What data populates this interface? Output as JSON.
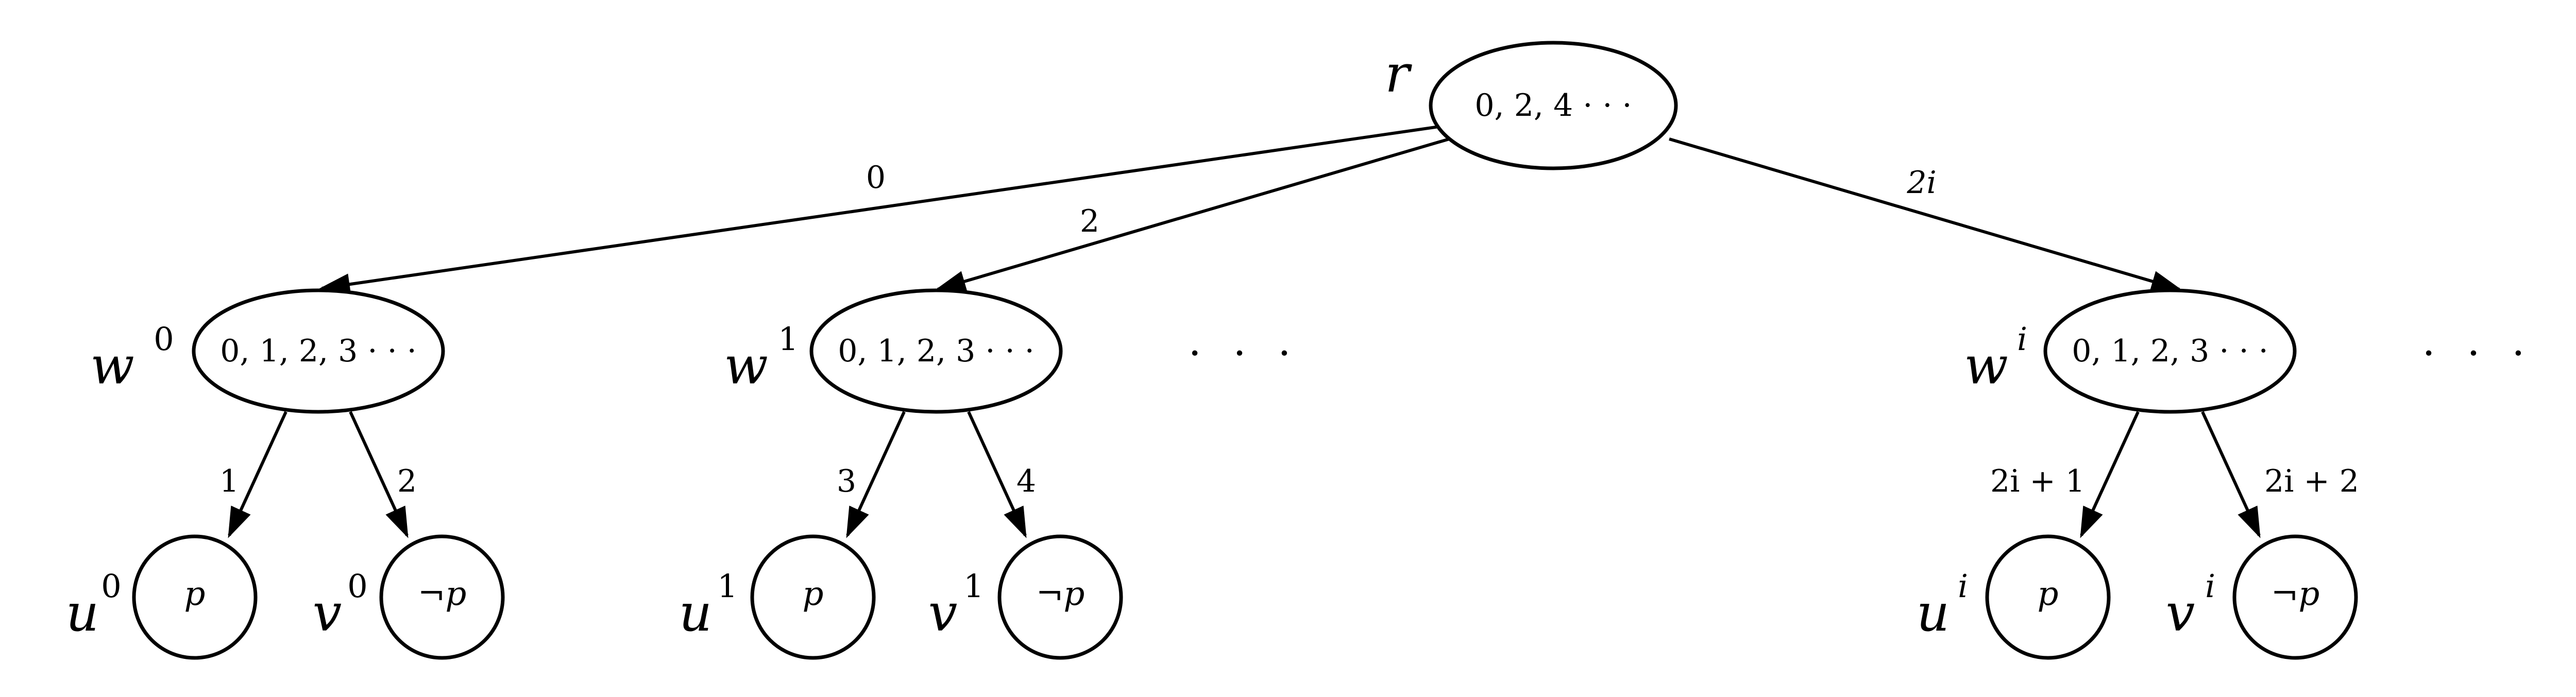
{
  "diagram": {
    "root": {
      "name": "r",
      "content": "0, 2, 4 · · ·"
    },
    "w_nodes": [
      {
        "name": "w",
        "sup": "0",
        "content": "0, 1, 2, 3 · · ·"
      },
      {
        "name": "w",
        "sup": "1",
        "content": "0, 1, 2, 3 · · ·"
      },
      {
        "name": "w",
        "sup": "i",
        "content": "0, 1, 2, 3 · · ·"
      }
    ],
    "leaf_nodes": [
      {
        "name": "u",
        "sup": "0",
        "content": "p"
      },
      {
        "name": "v",
        "sup": "0",
        "content": "¬p"
      },
      {
        "name": "u",
        "sup": "1",
        "content": "p"
      },
      {
        "name": "v",
        "sup": "1",
        "content": "¬p"
      },
      {
        "name": "u",
        "sup": "i",
        "content": "p"
      },
      {
        "name": "v",
        "sup": "i",
        "content": "¬p"
      }
    ],
    "edge_labels": {
      "r_w0": "0",
      "r_w1": "2",
      "r_wi": "2i",
      "w0_u0": "1",
      "w0_v0": "2",
      "w1_u1": "3",
      "w1_v1": "4",
      "wi_ui": "2i + 1",
      "wi_vi": "2i + 2"
    },
    "ellipsis": ". . ."
  }
}
